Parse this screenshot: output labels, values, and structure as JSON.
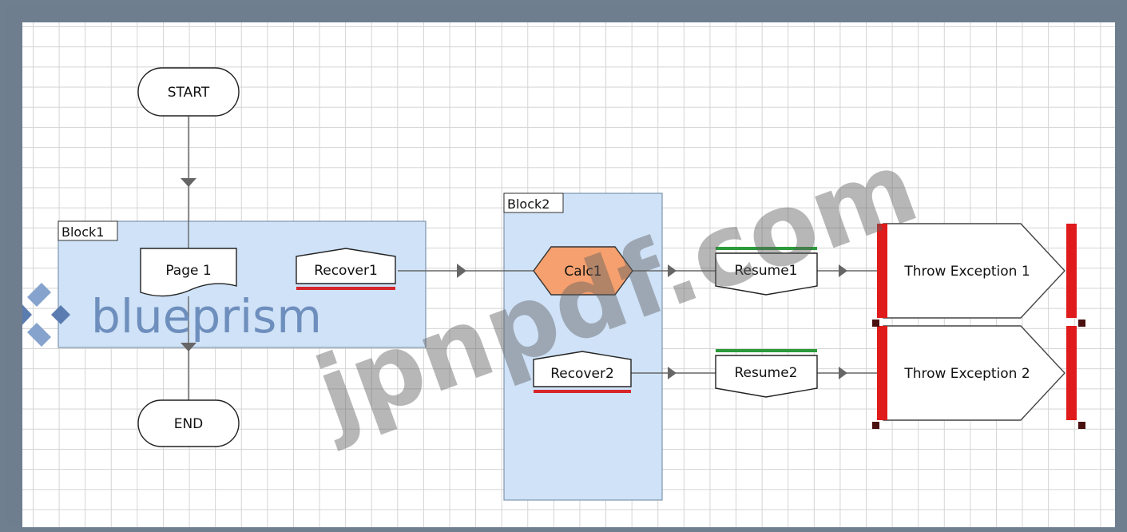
{
  "diagram": {
    "blocks": [
      {
        "id": "block1",
        "label": "Block1"
      },
      {
        "id": "block2",
        "label": "Block2"
      }
    ],
    "stages": {
      "start": "START",
      "end": "END",
      "page1": "Page 1",
      "recover1": "Recover1",
      "calc1": "Calc1",
      "resume1": "Resume1",
      "recover2": "Recover2",
      "resume2": "Resume2",
      "throw1": "Throw Exception 1",
      "throw2": "Throw Exception 2"
    },
    "colors": {
      "block_fill": "#cfe2f7",
      "calc_fill": "#f5a06e",
      "recover_bar": "#d6252b",
      "resume_bar": "#2c9a3a",
      "selection": "#e01b1b"
    }
  },
  "overlays": {
    "logo_text": "blueprism",
    "watermark": "jpnpdf.com"
  }
}
